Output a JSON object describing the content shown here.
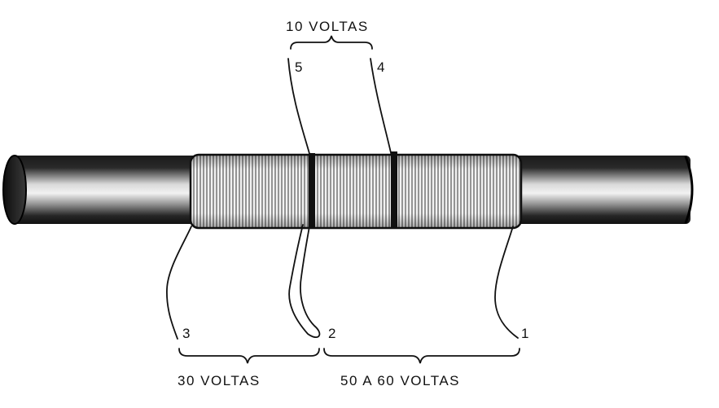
{
  "diagram": {
    "labels": {
      "top_turns": "10 VOLTAS",
      "left_turns": "30 VOLTAS",
      "right_turns": "50 A 60 VOLTAS"
    },
    "terminals": {
      "t1": "1",
      "t2": "2",
      "t3": "3",
      "t4": "4",
      "t5": "5"
    }
  }
}
